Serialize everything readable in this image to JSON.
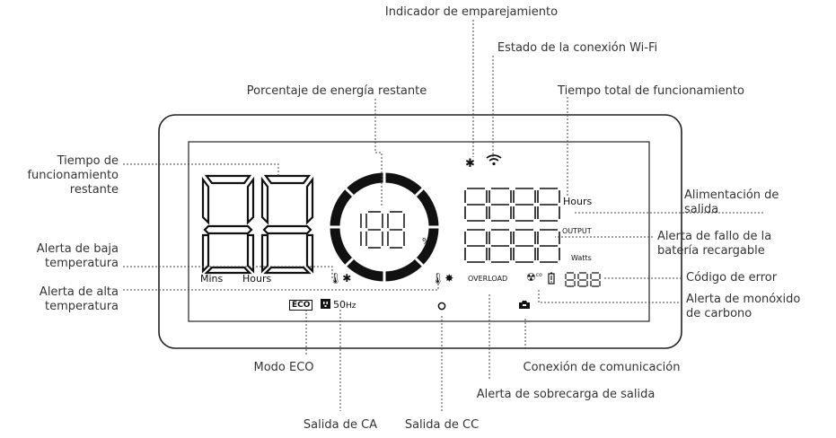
{
  "labels": {
    "pairing": "Indicador de emparejamiento",
    "wifi": "Estado de la conexión Wi-Fi",
    "energy": "Porcentaje de energía restante",
    "total_time": "Tiempo total de funcionamiento",
    "remaining_time": [
      "Tiempo de",
      "funcionamiento",
      "restante"
    ],
    "output_power": [
      "Alimentación de",
      "salida"
    ],
    "battery_fault": [
      "Alerta de fallo de la",
      "batería recargable"
    ],
    "low_temp": [
      "Alerta de baja",
      "temperatura"
    ],
    "error_code": "Código de error",
    "high_temp": [
      "Alerta de alta",
      "temperatura"
    ],
    "co_alert": [
      "Alerta de monóxido",
      "de carbono"
    ],
    "eco_mode": "Modo ECO",
    "comm": "Conexión de comunicación",
    "overload": "Alerta de sobrecarga de salida",
    "ac_out": "Salida de CA",
    "dc_out": "Salida de CC"
  },
  "display": {
    "mins": "Mins",
    "hours_left": "Hours",
    "percent_sign": "%",
    "hours_right": "Hours",
    "output": "OUTPUT",
    "watts": "Watts",
    "overload": "OVERLOAD",
    "eco": "ECO",
    "hz_value": "50",
    "hz_unit": "Hz",
    "co_sup": "co"
  },
  "icons": [
    "bluetooth-icon",
    "wifi-icon",
    "thermometer-snow-icon",
    "thermometer-sun-icon",
    "co-alert-icon",
    "battery-fault-icon",
    "dc-output-icon",
    "communication-icon",
    "ac-plug-icon"
  ]
}
